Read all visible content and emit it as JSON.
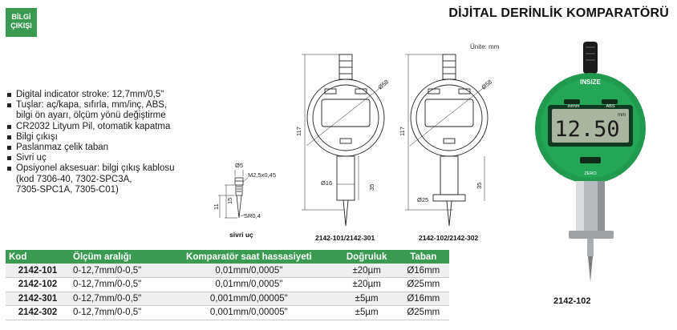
{
  "header": {
    "badge_line1": "BİLGİ",
    "badge_line2": "ÇIKIŞI",
    "title": "DİJİTAL DERİNLİK KOMPARATÖRÜ",
    "units": "Ünite: mm"
  },
  "features": [
    {
      "text": "Digital indicator stroke: 12,7mm/0,5\"",
      "style": "bullet"
    },
    {
      "text": "Tuşlar: aç/kapa, sıfırla, mm/inç, ABS,",
      "style": "bullet"
    },
    {
      "text": "bilgi ön ayarı, ölçüm yönü değiştirme",
      "style": "indent"
    },
    {
      "text": "CR2032 Lityum Pil, otomatik kapatma",
      "style": "bullet"
    },
    {
      "text": "Bilgi çıkışı",
      "style": "bullet"
    },
    {
      "text": "Paslanmaz çelik taban",
      "style": "bullet"
    },
    {
      "text": "Sivri uç",
      "style": "bullet"
    },
    {
      "text": "Opsiyonel aksesuar: bilgi çıkış kablosu",
      "style": "bullet"
    },
    {
      "text": "(kod 7306-40, 7302-SPC3A,",
      "style": "indent"
    },
    {
      "text": "7305-SPC1A, 7305-C01)",
      "style": "indent"
    }
  ],
  "tip_drawing": {
    "caption": "sivri uç",
    "d5": "Ø5",
    "thread": "M2,5x0,45",
    "h15": "15",
    "h11": "11",
    "sr": "SR0,4"
  },
  "drawing1": {
    "caption": "2142-101/2142-301",
    "dia": "Ø58",
    "height": "117",
    "stem": "Ø16",
    "stem_len": "35"
  },
  "drawing2": {
    "caption": "2142-102/2142-302",
    "dia": "Ø58",
    "height": "117",
    "base": "Ø25",
    "stem_len": "35"
  },
  "device": {
    "brand": "INSIZE",
    "display": "12.50",
    "unit": "mm",
    "btn_left": "in/mm",
    "btn_right": "ABS",
    "btn_zero": "ZERO",
    "caption": "2142-102"
  },
  "table": {
    "headers": [
      "Kod",
      "Ölçüm aralığı",
      "Komparatör saat hassasiyeti",
      "Doğruluk",
      "Taban"
    ],
    "rows": [
      [
        "2142-101",
        "0-12,7mm/0-0,5\"",
        "0,01mm/0,0005\"",
        "±20µm",
        "Ø16mm"
      ],
      [
        "2142-102",
        "0-12,7mm/0-0,5\"",
        "0,01mm/0,0005\"",
        "±20µm",
        "Ø25mm"
      ],
      [
        "2142-301",
        "0-12,7mm/0-0,5\"",
        "0,001mm/0,00005\"",
        "±5µm",
        "Ø16mm"
      ],
      [
        "2142-302",
        "0-12,7mm/0-0,5\"",
        "0,001mm/0,00005\"",
        "±5µm",
        "Ø25mm"
      ]
    ]
  },
  "colors": {
    "accent_green": "#3a9a52",
    "device_green": "#1f9a4e"
  }
}
